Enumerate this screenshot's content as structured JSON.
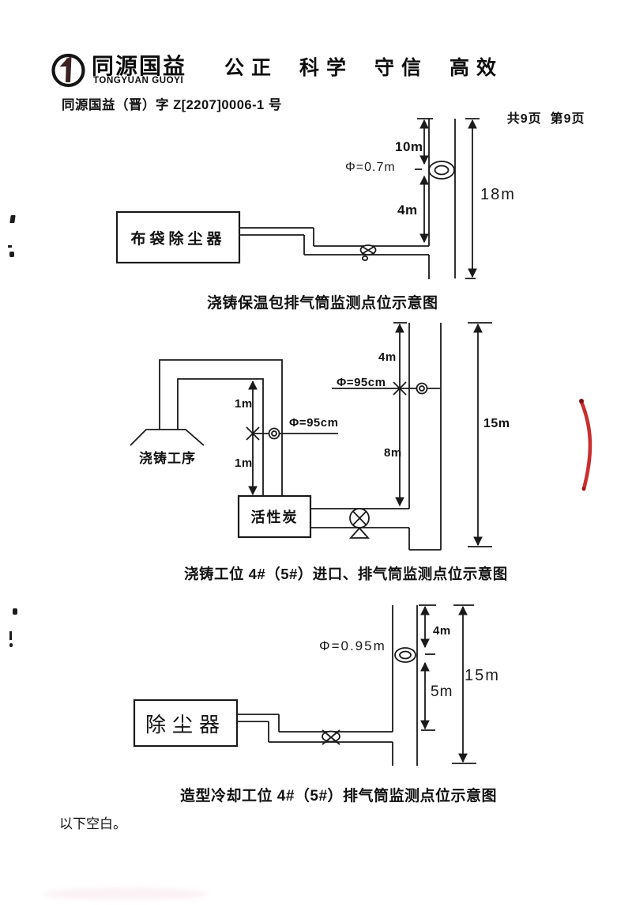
{
  "header": {
    "brand": "同源国益",
    "brand_en": "TONGYUAN GUOYI",
    "slogan": [
      "公正",
      "科学",
      "守信",
      "高效"
    ],
    "doc_number": "同源国益（晋）字 Z[2207]0006-1 号",
    "pages_total": "共9页",
    "page_current": "第9页"
  },
  "diagram1": {
    "equipment": "布袋除尘器",
    "dim_upper": "10m",
    "port_label": "Φ=0.7m",
    "dim_lower": "4m",
    "dim_total": "18m",
    "caption": "浇铸保温包排气筒监测点位示意图"
  },
  "diagram2": {
    "source": "浇铸工序",
    "equipment": "活性炭",
    "inlet_dim_upper": "1m",
    "inlet_dim_lower": "1m",
    "inlet_port_label": "Φ=95cm",
    "stack_port_label": "Φ=95cm",
    "stack_dim_upper": "4m",
    "stack_dim_lower": "8m",
    "dim_total": "15m",
    "caption": "浇铸工位 4#（5#）进口、排气筒监测点位示意图"
  },
  "diagram3": {
    "equipment": "除尘器",
    "port_label": "Φ=0.95m",
    "dim_upper": "4m",
    "dim_lower": "5m",
    "dim_total": "15m",
    "caption": "造型冷却工位 4#（5#）排气筒监测点位示意图"
  },
  "footer": {
    "end_note": "以下空白。"
  },
  "colors": {
    "ink": "#1a1a1a",
    "stamp_red": "#c41d1d"
  }
}
